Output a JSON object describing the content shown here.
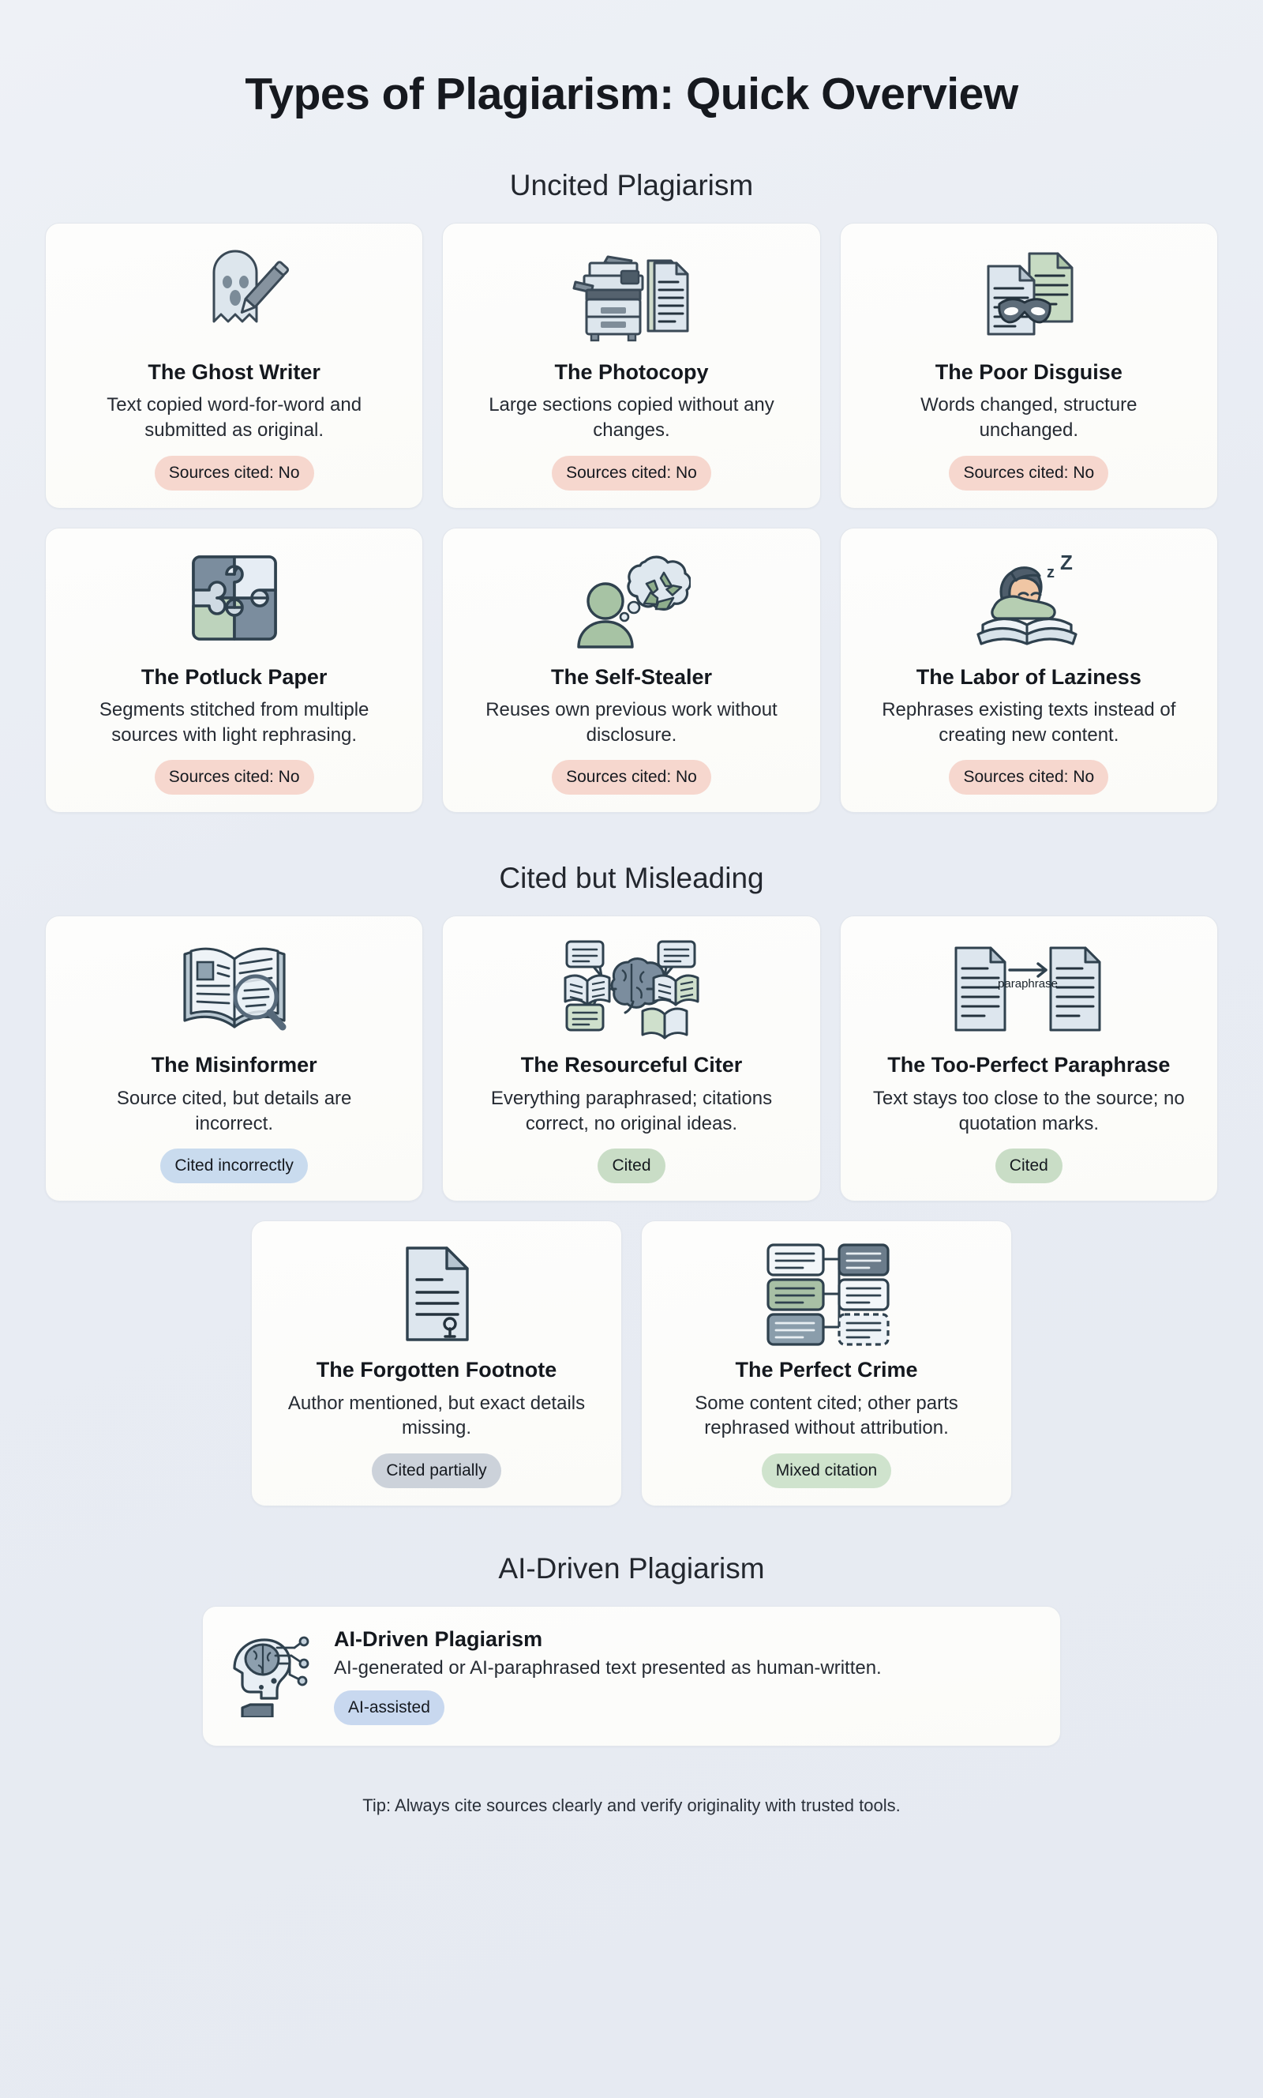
{
  "header": {
    "title": "Types of Plagiarism: Quick Overview"
  },
  "sections": [
    {
      "heading": "Uncited Plagiarism",
      "rows": [
        [
          {
            "icon": "ghost-with-pen-icon",
            "title": "The Ghost Writer",
            "desc": "Text copied word-for-word and submitted as original.",
            "badge": "Sources cited: No",
            "badge_style": "nocite",
            "badge_color": "#f6d7ce"
          },
          {
            "icon": "photocopier-icon",
            "title": "The Photocopy",
            "desc": "Large sections copied without any changes.",
            "badge": "Sources cited: No",
            "badge_style": "nocite",
            "badge_color": "#f6d7ce"
          },
          {
            "icon": "masked-documents-icon",
            "title": "The Poor Disguise",
            "desc": "Words changed, structure unchanged.",
            "badge": "Sources cited: No",
            "badge_style": "nocite",
            "badge_color": "#f6d7ce"
          }
        ],
        [
          {
            "icon": "puzzle-pieces-icon",
            "title": "The Potluck Paper",
            "desc": "Segments stitched from multiple sources with light rephrasing.",
            "badge": "Sources cited: No",
            "badge_style": "nocite",
            "badge_color": "#f6d7ce"
          },
          {
            "icon": "person-recycle-thought-icon",
            "title": "The Self-Stealer",
            "desc": "Reuses own previous work without disclosure.",
            "badge": "Sources cited: No",
            "badge_style": "nocite",
            "badge_color": "#f6d7ce"
          },
          {
            "icon": "sleeping-on-book-icon",
            "title": "The Labor of Laziness",
            "desc": "Rephrases existing texts instead of creating new content.",
            "badge": "Sources cited: No",
            "badge_style": "nocite",
            "badge_color": "#f6d7ce"
          }
        ]
      ]
    },
    {
      "heading": "Cited but Misleading",
      "rows": [
        [
          {
            "icon": "book-magnifier-icon",
            "title": "The Misinformer",
            "desc": "Source cited, but details are incorrect.",
            "badge": "Cited incorrectly",
            "badge_style": "incorrect",
            "badge_color": "#c9dbee"
          },
          {
            "icon": "brain-sources-icon",
            "title": "The Resourceful Citer",
            "desc": "Everything paraphrased; citations correct, no original ideas.",
            "badge": "Cited",
            "badge_style": "cited",
            "badge_color": "#c9ddc6"
          },
          {
            "icon": "paraphrase-arrow-docs-icon",
            "title": "The Too-Perfect Paraphrase",
            "desc": "Text stays too close to the source; no quotation marks.",
            "badge": "Cited",
            "badge_style": "cited",
            "badge_color": "#c9ddc6"
          }
        ],
        [
          {
            "icon": "document-footnote-icon",
            "title": "The Forgotten Footnote",
            "desc": "Author mentioned, but exact details missing.",
            "badge": "Cited partially",
            "badge_style": "partial",
            "badge_color": "#ccd2da"
          },
          {
            "icon": "mixed-blocks-diagram-icon",
            "title": "The Perfect Crime",
            "desc": "Some content cited; other parts rephrased without attribution.",
            "badge": "Mixed citation",
            "badge_style": "mixed",
            "badge_color": "#cfe3cd"
          }
        ]
      ]
    }
  ],
  "ai_section": {
    "heading": "AI-Driven Plagiarism",
    "card": {
      "icon": "ai-brain-head-icon",
      "title": "AI-Driven Plagiarism",
      "desc": "AI-generated or AI-paraphrased text presented as human-written.",
      "badge": "AI-assisted",
      "badge_color": "#c8d8ef"
    }
  },
  "footer": {
    "tip": "Tip: Always cite sources clearly and verify originality with trusted tools."
  },
  "icon_glyph_label": "paraphrase"
}
